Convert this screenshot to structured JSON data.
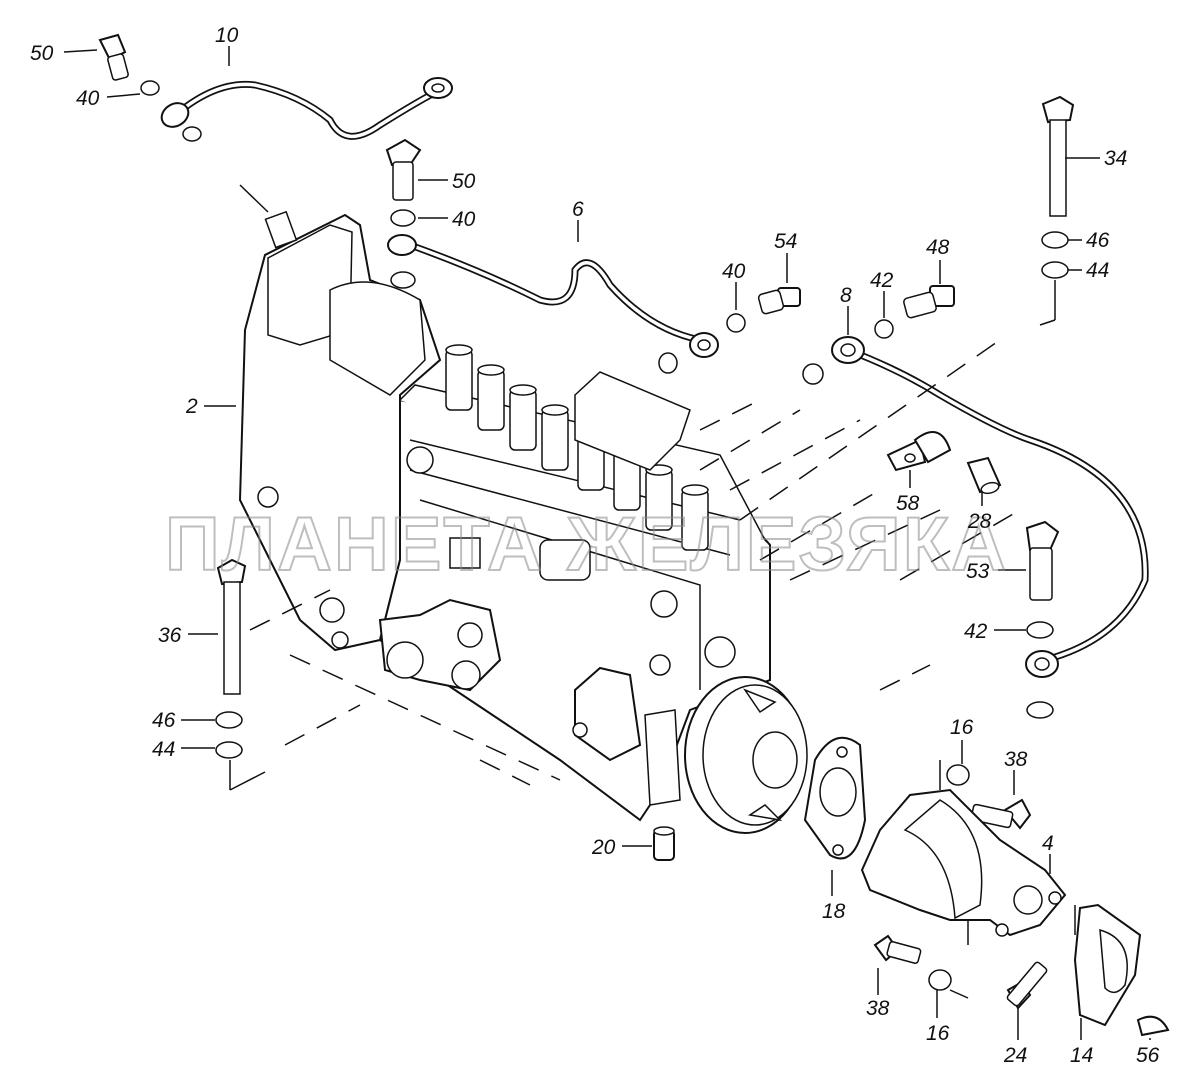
{
  "diagram": {
    "title": "Fuel injection pump assembly — exploded view",
    "watermark": "ПЛАНЕТА ЖЕЛЕЗЯКА",
    "callouts": [
      "50",
      "40",
      "10",
      "50",
      "40",
      "6",
      "40",
      "54",
      "48",
      "8",
      "42",
      "34",
      "46",
      "44",
      "2",
      "58",
      "28",
      "53",
      "36",
      "42",
      "46",
      "44",
      "16",
      "38",
      "20",
      "18",
      "4",
      "38",
      "16",
      "24",
      "14",
      "56"
    ],
    "parts": {
      "pump_body": "injection-pump-body",
      "drive_coupling": "drive-coupling-flange",
      "bracket": "mounting-bracket",
      "gasket": "flange-gasket",
      "half_clamp": "half-clamp",
      "key": "woodruff-key"
    }
  }
}
